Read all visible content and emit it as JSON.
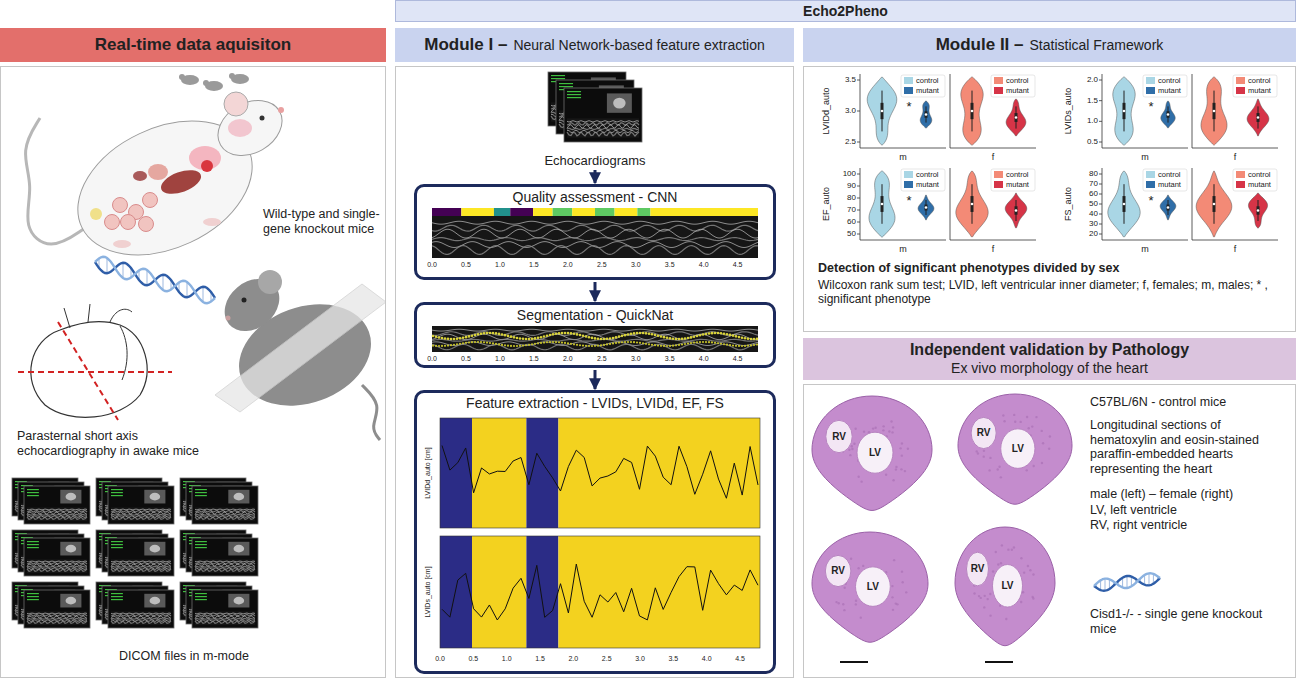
{
  "diagram": {
    "nodes": [
      {
        "text": [
          "Echo2Pheno"
        ]
      },
      {
        "text": [
          "Real-time data aquisiton"
        ]
      },
      {
        "text": [
          "Wild-type and single-gene knockout mice",
          "Parasternal short axis echocardiography in awake mice",
          "DICOM files in m-mode"
        ]
      },
      {
        "text": [
          "Module I –",
          "Neural Network-based feature extraction"
        ]
      },
      {
        "text": [
          "Echocardiograms"
        ]
      },
      {
        "text": [
          "Quality assessment - CNN"
        ]
      },
      {
        "text": [
          "Segmentation - QuickNat"
        ]
      },
      {
        "text": [
          "Feature extraction - LVIDs, LVIDd, EF, FS"
        ]
      },
      {
        "text": [
          "Module II –",
          "Statistical Framework"
        ]
      },
      {
        "text": [
          "Detection of significant phenotypes divided by sex",
          "Wilcoxon rank sum test; LVID, left ventricular inner diameter; f, females; m, males; * , significant phenotype"
        ]
      },
      {
        "text": [
          "Independent validation by Pathology",
          "Ex vivo morphology of the heart"
        ]
      },
      {
        "text": [
          "C57BL/6N - control mice",
          "Longitudinal sections of hematoxylin and eosin-stained paraffin-embedded hearts representing the heart",
          "male (left) – female (right)",
          "LV, left ventricle",
          "RV, right ventricle",
          "Cisd1-/- - single gene knockout mice"
        ]
      }
    ],
    "edges": [
      {
        "from": 4,
        "to": 5,
        "arrow": "to"
      },
      {
        "from": 5,
        "to": 6,
        "arrow": "to"
      },
      {
        "from": 6,
        "to": 7,
        "arrow": "to"
      }
    ],
    "labels": [
      "0.0",
      "0.5",
      "1.0",
      "1.5",
      "2.0",
      "2.5",
      "3.0",
      "3.5",
      "4.0",
      "4.5",
      "0.0",
      "0.5",
      "1.0",
      "1.5",
      "2.0",
      "2.5",
      "3.0",
      "3.5",
      "4.0",
      "4.5",
      "LVIDd_auto [cm]",
      "LVIDs_auto [cm]",
      "0.0",
      "0.5",
      "1.0",
      "1.5",
      "2.0",
      "2.5",
      "3.0",
      "3.5",
      "4.0",
      "4.5",
      "LVIDd_auto",
      "3.5",
      "3.0",
      "2.5",
      "m",
      "f",
      "*",
      "LVIDs_auto",
      "2.0",
      "1.5",
      "1.0",
      "0.5",
      "m",
      "f",
      "*",
      "EF_auto",
      "100",
      "90",
      "80",
      "70",
      "60",
      "50",
      "m",
      "f",
      "*",
      "FS_auto",
      "80",
      "70",
      "60",
      "50",
      "40",
      "30",
      "20",
      "m",
      "f",
      "*",
      "RV",
      "LV",
      "RV",
      "LV",
      "RV",
      "LV",
      "RV",
      "LV"
    ],
    "legend": [
      {
        "text": "control",
        "color": "#a9d6e5"
      },
      {
        "text": "mutant",
        "color": "#2f6ea8"
      },
      {
        "text": "control",
        "color": "#f38a76"
      },
      {
        "text": "mutant",
        "color": "#d63447"
      },
      {
        "text": "control",
        "color": "#a9d6e5"
      },
      {
        "text": "mutant",
        "color": "#2f6ea8"
      },
      {
        "text": "control",
        "color": "#f38a76"
      },
      {
        "text": "mutant",
        "color": "#d63447"
      },
      {
        "text": "control",
        "color": "#a9d6e5"
      },
      {
        "text": "mutant",
        "color": "#2f6ea8"
      },
      {
        "text": "control",
        "color": "#f38a76"
      },
      {
        "text": "mutant",
        "color": "#d63447"
      },
      {
        "text": "control",
        "color": "#a9d6e5"
      },
      {
        "text": "mutant",
        "color": "#2f6ea8"
      },
      {
        "text": "control",
        "color": "#f38a76"
      },
      {
        "text": "mutant",
        "color": "#d63447"
      }
    ]
  }
}
